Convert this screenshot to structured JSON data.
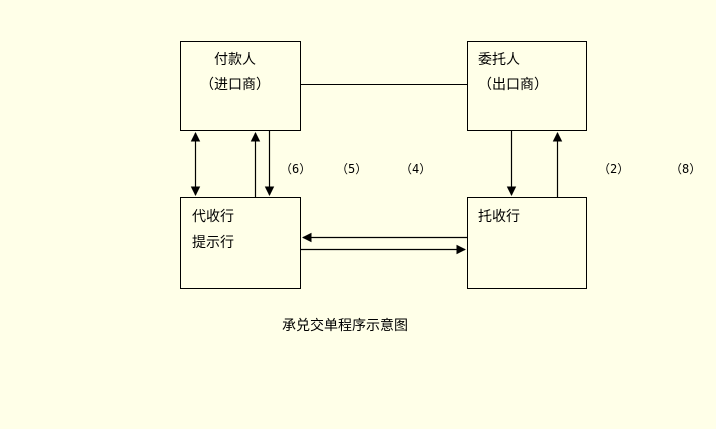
{
  "boxes": {
    "payer": {
      "name": "付款人",
      "role": "（进口商）"
    },
    "principal": {
      "name": "委托人",
      "role": "（出口商）"
    },
    "collecting_bank": {
      "line1": "代收行",
      "line2": "提示行"
    },
    "remitting_bank": {
      "name": "托收行"
    }
  },
  "step_numbers": [
    "（6）",
    "（5）",
    "（4）",
    "（2）",
    "（8）"
  ],
  "caption": "承兑交单程序示意图"
}
